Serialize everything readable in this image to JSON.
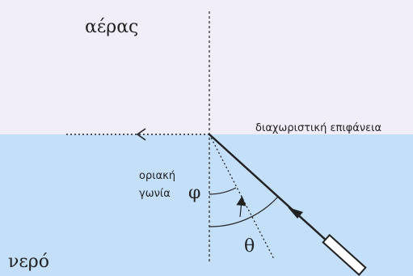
{
  "labels": {
    "air": "αέρας",
    "water": "νερό",
    "interface": "διαχωριστική επιφάνεια",
    "critical_line1": "οριακή",
    "critical_line2": "γωνία",
    "phi": "φ",
    "theta": "θ"
  },
  "colors": {
    "air": "#f1eefa",
    "water": "#c3dff9",
    "ink": "#222222",
    "laser_body": "#ffffff"
  }
}
